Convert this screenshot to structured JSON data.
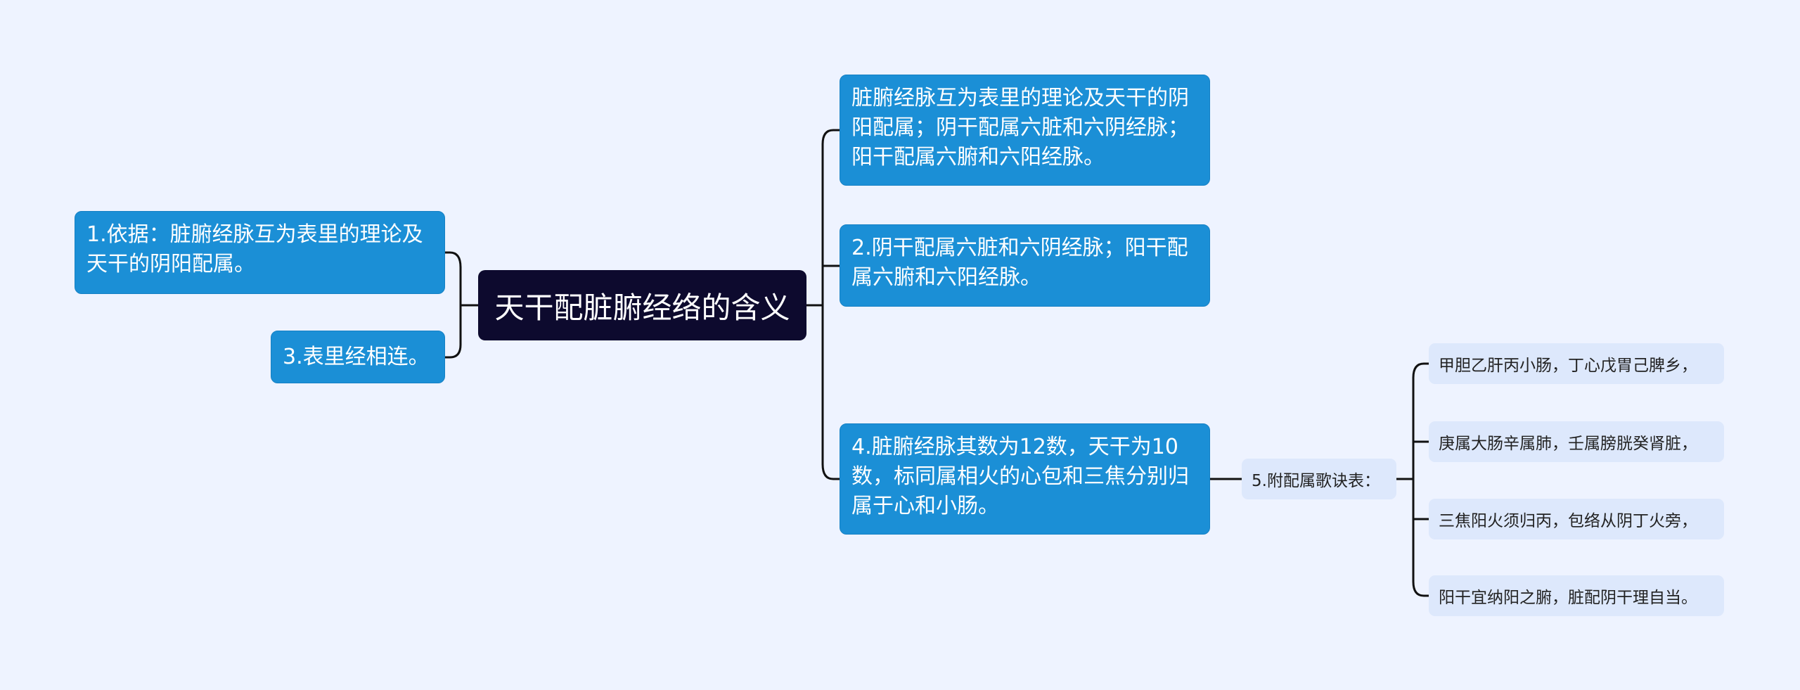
{
  "root": "天干配脏腑经络的含义",
  "left": {
    "n1": "1.依据：脏腑经脉互为表里的理论及天干的阴阳配属。",
    "n3": "3.表里经相连。"
  },
  "right": {
    "r1": "脏腑经脉互为表里的理论及天干的阴阳配属；阴干配属六脏和六阴经脉；阳干配属六腑和六阳经脉。",
    "r2": "2.阴干配属六脏和六阴经脉；阳干配属六腑和六阳经脉。",
    "r4": "4.脏腑经脉其数为12数，天干为10数，标同属相火的心包和三焦分别归属于心和小肠。"
  },
  "sub": {
    "label": "5.附配属歌诀表：",
    "items": [
      "甲胆乙肝丙小肠，丁心戊胃己脾乡，",
      "庚属大肠辛属肺，壬属膀胱癸肾脏，",
      "三焦阳火须归丙，包络从阴丁火旁，",
      "阳干宜纳阳之腑，脏配阴干理自当。"
    ]
  },
  "colors": {
    "background": "#eef3ff",
    "root": "#0d0a2e",
    "branch": "#1b8fd6",
    "leaf": "#dde8fc",
    "line": "#111111"
  }
}
